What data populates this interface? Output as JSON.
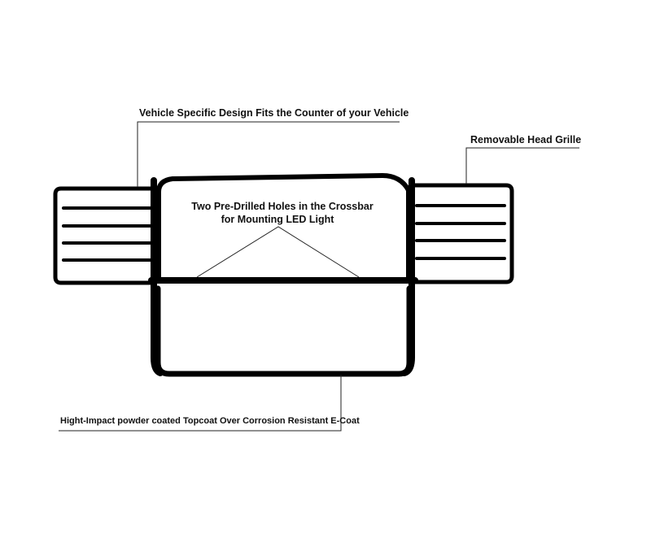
{
  "callouts": {
    "design": "Vehicle Specific Design Fits the Counter of your Vehicle",
    "grille": "Removable Head Grille",
    "holes_line1": "Two Pre-Drilled Holes in the Crossbar",
    "holes_line2": "for Mounting LED Light",
    "coating": "Hight-Impact powder coated Topcoat Over Corrosion Resistant E-Coat"
  },
  "colors": {
    "line": "#000000",
    "background": "#ffffff"
  }
}
